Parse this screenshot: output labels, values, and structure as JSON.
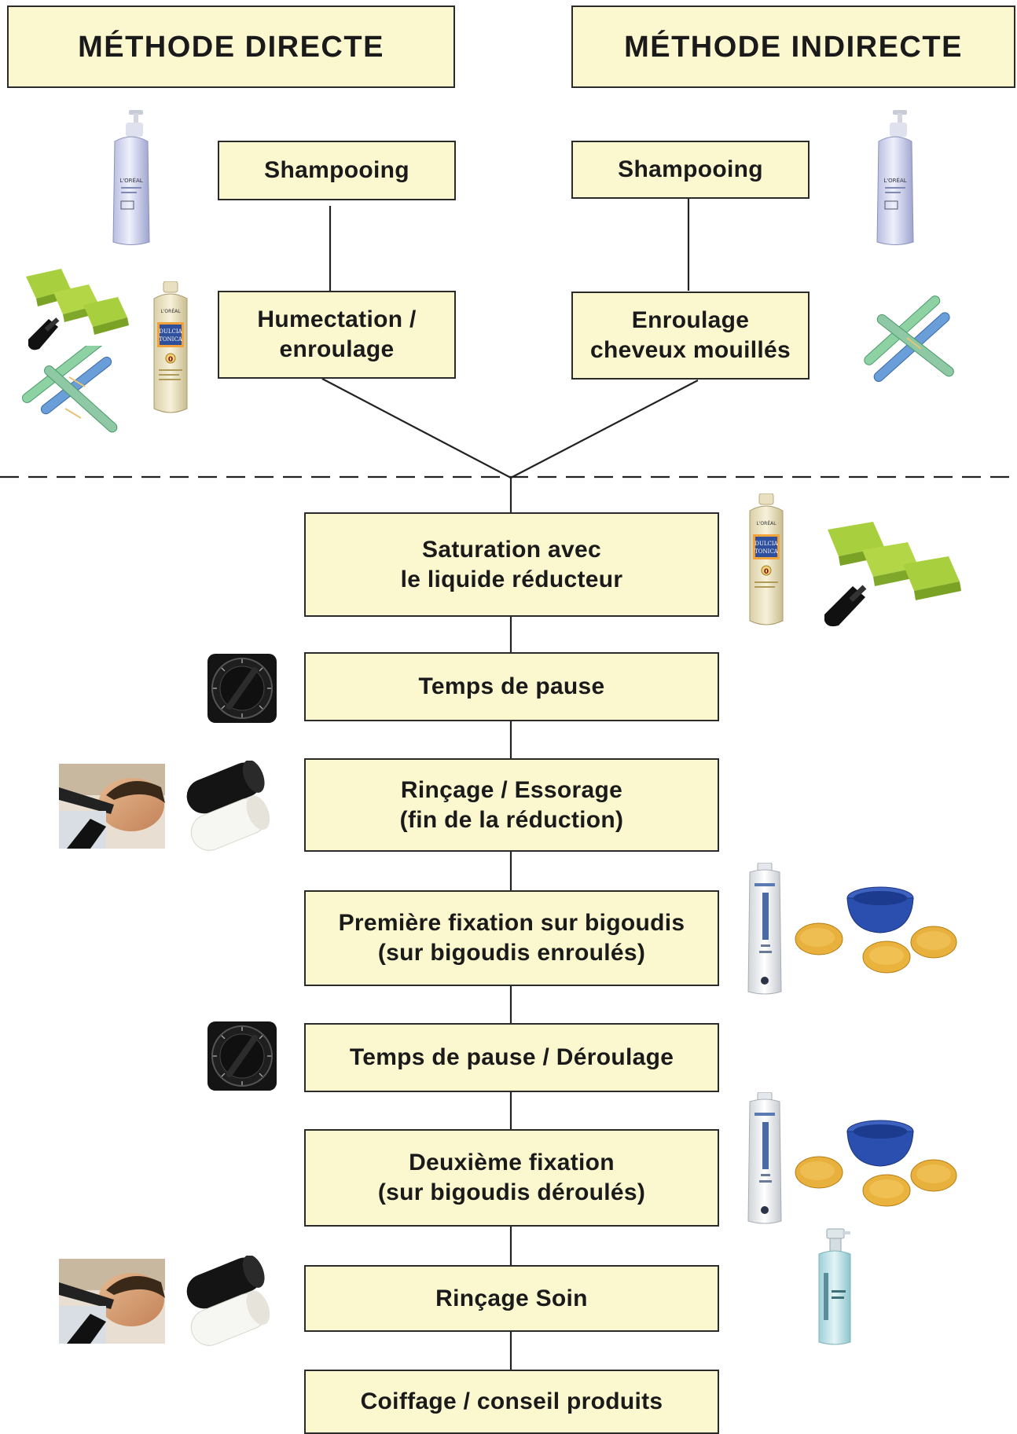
{
  "headers": {
    "direct": "MÉTHODE  DIRECTE",
    "indirect": "MÉTHODE  INDIRECTE"
  },
  "direct_steps": {
    "shampoo": "Shampooing",
    "humectation_l1": "Humectation /",
    "humectation_l2": "enroulage"
  },
  "indirect_steps": {
    "shampoo": "Shampooing",
    "enroulage_l1": "Enroulage",
    "enroulage_l2": "cheveux mouillés"
  },
  "common_steps": {
    "saturation_l1": "Saturation avec",
    "saturation_l2": "le liquide réducteur",
    "pause1": "Temps de pause",
    "rincage1_l1": "Rinçage / Essorage",
    "rincage1_l2": "(fin de la réduction)",
    "fixation1_l1": "Première fixation sur bigoudis",
    "fixation1_l2": "(sur bigoudis enroulés)",
    "pause2": "Temps de pause / Déroulage",
    "fixation2_l1": "Deuxième fixation",
    "fixation2_l2": "(sur bigoudis déroulés)",
    "rincage2": "Rinçage Soin",
    "coiffage": "Coiffage / conseil produits"
  },
  "product_labels": {
    "shampoo_brand": "L'ORÉAL",
    "lotion_brand": "L'ORÉAL",
    "lotion_name_l1": "DULCIA",
    "lotion_name_l2": "TONICA",
    "lotion_number": "0"
  },
  "icons": [
    "shampoo-bottle-icon",
    "lotion-bottle-icon",
    "sponges-icon",
    "rollers-icon",
    "timer-icon",
    "rinse-photo-icon",
    "towels-icon",
    "fixing-bottle-icon",
    "bowl-icon",
    "spray-icon"
  ],
  "colors": {
    "box_fill": "#fbf8d0",
    "border": "#2b2b2b",
    "sponge_green": "#9cc53a",
    "sponge_yellow": "#e8b03c",
    "bowl_blue": "#2b4fae",
    "roller_blue": "#6a9ed8",
    "roller_green": "#7cc4a0"
  }
}
